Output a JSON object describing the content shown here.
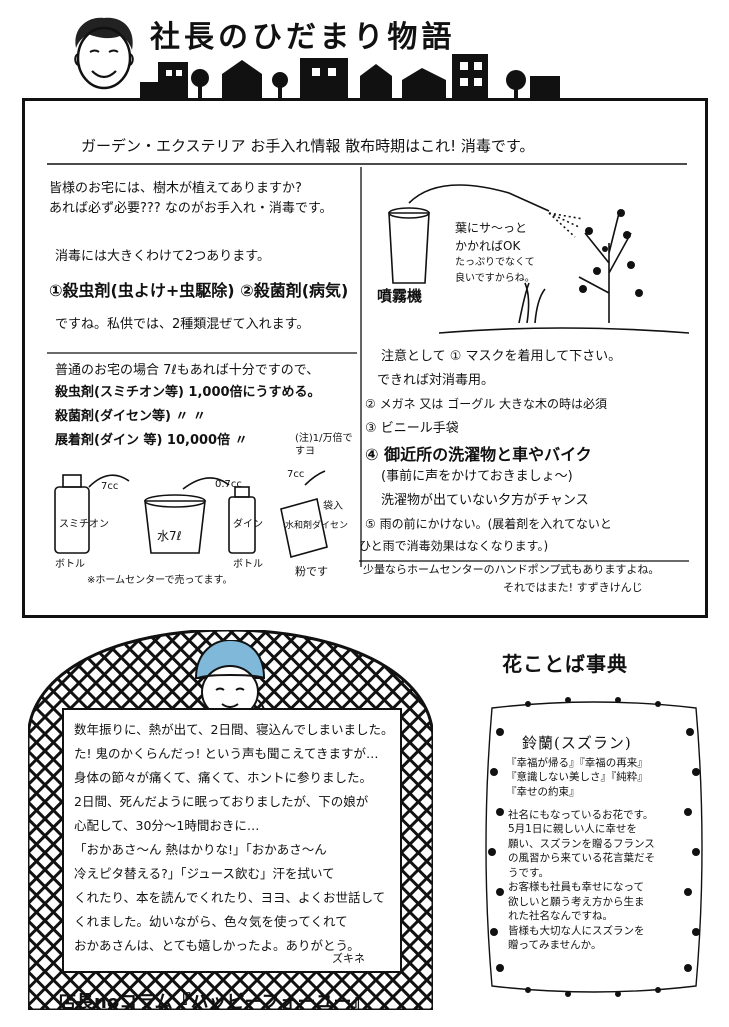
{
  "header": {
    "title": "社長のひだまり物語"
  },
  "garden": {
    "headline": "ガーデン・エクステリア お手入れ情報 散布時期はこれ! 消毒です。",
    "intro_1": "皆様のお宅には、樹木が植えてありますか?",
    "intro_2": "あれば必ず必要??? なのがお手入れ・消毒です。",
    "types_intro": "消毒には大きくわけて2つあります。",
    "types_list": "①殺虫剤(虫よけ+虫駆除) ②殺菌剤(病気)",
    "mix_note": "ですね。私供では、2種類混ぜて入れます。",
    "home_case": "普通のお宅の場合 7ℓもあれば十分ですので、",
    "insecticide": "殺虫剤(スミチオン等) 1,000倍にうすめる。",
    "fungicide": "殺菌剤(ダイセン等) 〃 〃",
    "spreader": "展着剤(ダイン 等) 10,000倍 〃",
    "spreader_note": "(注)1/万倍ですヨ",
    "diagram_labels": {
      "bottle_left": "スミチオン",
      "cc_left": "7cc",
      "bucket": "水7ℓ",
      "cc_mid": "0.7cc",
      "bottle_right": "ダイン",
      "cc_right": "7cc",
      "box": "水和剤ダイセン",
      "bottle_caption_left": "ボトル",
      "bottle_caption_right": "ボトル",
      "powder_caption": "粉です",
      "bag_caption": "袋入",
      "store_note": "※ホームセンターで売ってます。"
    },
    "sprayer_label": "噴霧機",
    "leaf_note_1": "葉にサ〜っと",
    "leaf_note_2": "かかればOK",
    "leaf_note_3": "たっぷりでなくて",
    "leaf_note_4": "良いですからね。",
    "caution_title": "注意として ① マスクを着用して下さい。",
    "caution_1b": "できれば対消毒用。",
    "caution_2": "② メガネ 又は ゴーグル 大きな木の時は必須",
    "caution_3": "③ ビニール手袋",
    "caution_4": "④ 御近所の洗濯物と車やバイク",
    "caution_4b": "(事前に声をかけておきましょ〜)",
    "caution_4c": "洗濯物が出ていない夕方がチャンス",
    "caution_5": "⑤ 雨の前にかけない。(展着剤を入れてないと",
    "caution_5b": "ひと雨で消毒効果はなくなります。)",
    "closing_1": "少量ならホームセンターのハンドポンプ式もありますよね。",
    "closing_2": "それではまた! すずきけんじ"
  },
  "column": {
    "lines": [
      "数年振りに、熱が出て、2日間、寝込んでしまいました。",
      "た! 鬼のかくらんだっ! という声も聞こえてきますが…",
      "身体の節々が痛くて、痛くて、ホントに参りました。",
      "2日間、死んだように眠っておりましたが、下の娘が",
      "心配して、30分〜1時間おきに…",
      "「おかあさ〜ん 熱はかりな!」「おかあさ〜ん",
      "冷えピタ替える?」「ジュース飲む」汗を拭いて",
      "くれたり、本を読んでくれたり、ヨヨ、よくお世話して",
      "くれました。幼いながら、色々気を使ってくれて",
      "おかあさんは、とても嬉しかったよ。ありがとう。"
    ],
    "signature": "ズキネ",
    "title": "店長noコラム『ハッピーフォーユー』"
  },
  "flower": {
    "heading": "花ことば事典",
    "name": "鈴蘭(スズラン)",
    "meanings": [
      "『幸福が帰る』『幸福の再来』",
      "『意識しない美しさ』『純粋』",
      "『幸せの約束』"
    ],
    "body": [
      "社名にもなっているお花です。",
      "5月1日に親しい人に幸せを",
      "願い、スズランを贈るフランス",
      "の風習から来ている花言葉だそ",
      "うです。",
      "お客様も社員も幸せになって",
      "欲しいと願う考え方から生ま",
      "れた社名なんですね。",
      "皆様も大切な人にスズランを",
      "贈ってみませんか。"
    ]
  }
}
